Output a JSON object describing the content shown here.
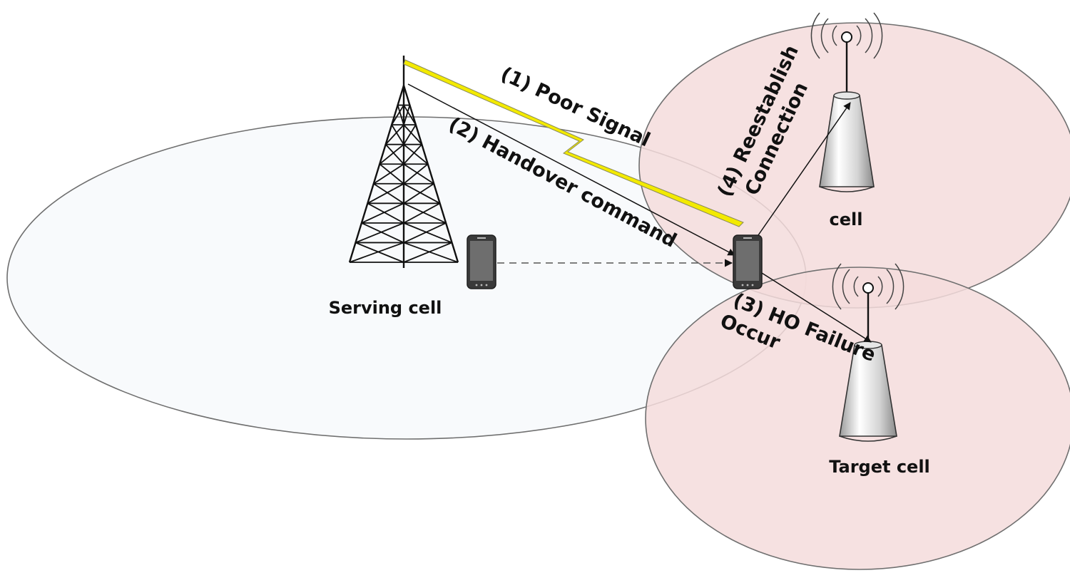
{
  "labels": {
    "serving_cell": "Serving cell",
    "target_cell": "Target cell",
    "reestablish_cell": "cell",
    "step1": "(1) Poor Signal",
    "step2": "(2) Handover command",
    "step3_line1": "(3) HO Failure",
    "step3_line2": "Occur",
    "step4_line1": "(4) Reestablish",
    "step4_line2": "Connection"
  },
  "colors": {
    "serving_coverage": "#f8fafc",
    "neighbor_coverage": "#f4dcdc",
    "poor_signal": "#f3ea00",
    "outline": "#6f6f6f",
    "ink": "#111111"
  },
  "icons": {
    "serving": "lattice-tower-icon",
    "target": "base-station-icon",
    "reestablish": "base-station-icon",
    "ue": "smartphone-icon",
    "radio": "radio-waves-icon"
  }
}
